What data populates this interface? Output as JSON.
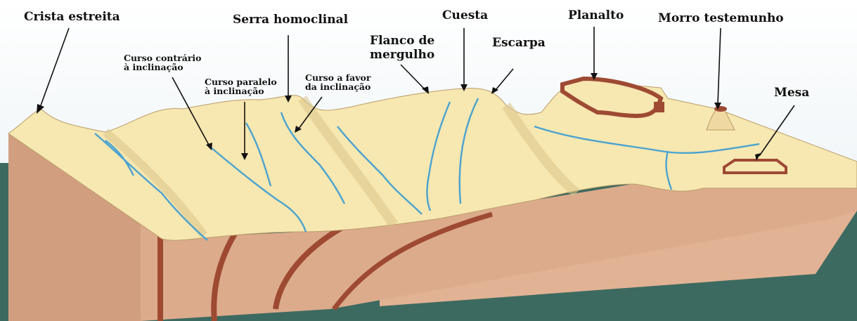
{
  "labels": {
    "crista_estreita": "Crista estreita",
    "serra_homoclinal": "Serra homoclinal",
    "cuesta": "Cuesta",
    "planalto": "Planalto",
    "morro_testemunho": "Morro testemunho",
    "flanco_de_mergulho": "Flanco de\nmergulho",
    "escarpa": "Escarpa",
    "mesa": "Mesa",
    "curso_contrario": "Curso contrário\nà inclinação",
    "curso_paralelo": "Curso paralelo\nà inclinação",
    "curso_a_favor": "Curso a favor\nda inclinação"
  },
  "colors": {
    "sky": "#eaf3f6",
    "sea": "#3d6a60",
    "surface": "#f7e7b0",
    "block_side": "#e7b89a",
    "block_front": "#d9a889",
    "strata": "#9e4a33",
    "river": "#4aa3d0"
  }
}
